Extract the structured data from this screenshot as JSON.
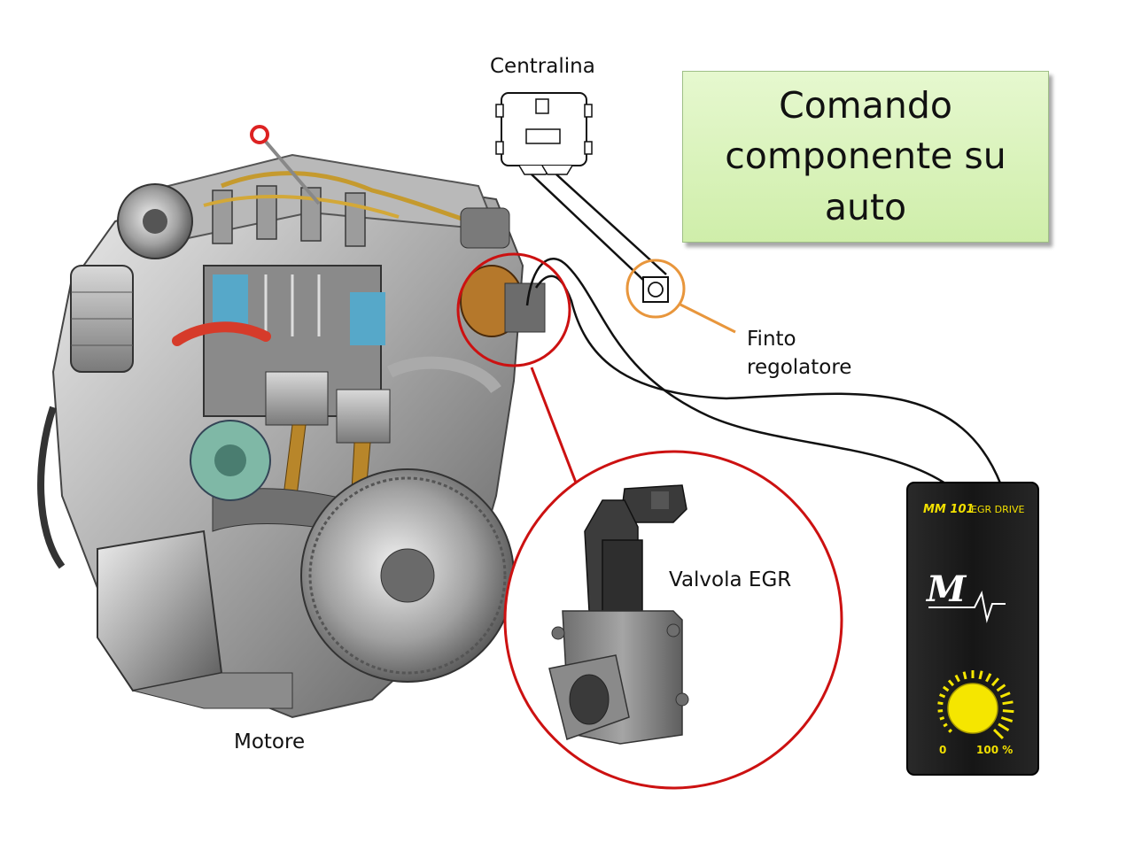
{
  "title": "Comando\ncomponente su\nauto",
  "labels": {
    "ecu": "Centralina",
    "fake_regulator_line1": "Finto",
    "fake_regulator_line2": "regolatore",
    "egr_valve": "Valvola EGR",
    "engine": "Motore"
  },
  "device": {
    "brand": "MM 101",
    "model": "EGR DRIVE",
    "scale_min": "0",
    "scale_max": "100 %"
  },
  "colors": {
    "title_box": "#d8f2b8",
    "zoom_circle": "#cc1111",
    "regulator_circle": "#e8963c",
    "device_body": "#1c1c1c",
    "device_text": "#f2e000",
    "knob": "#f5e600"
  }
}
